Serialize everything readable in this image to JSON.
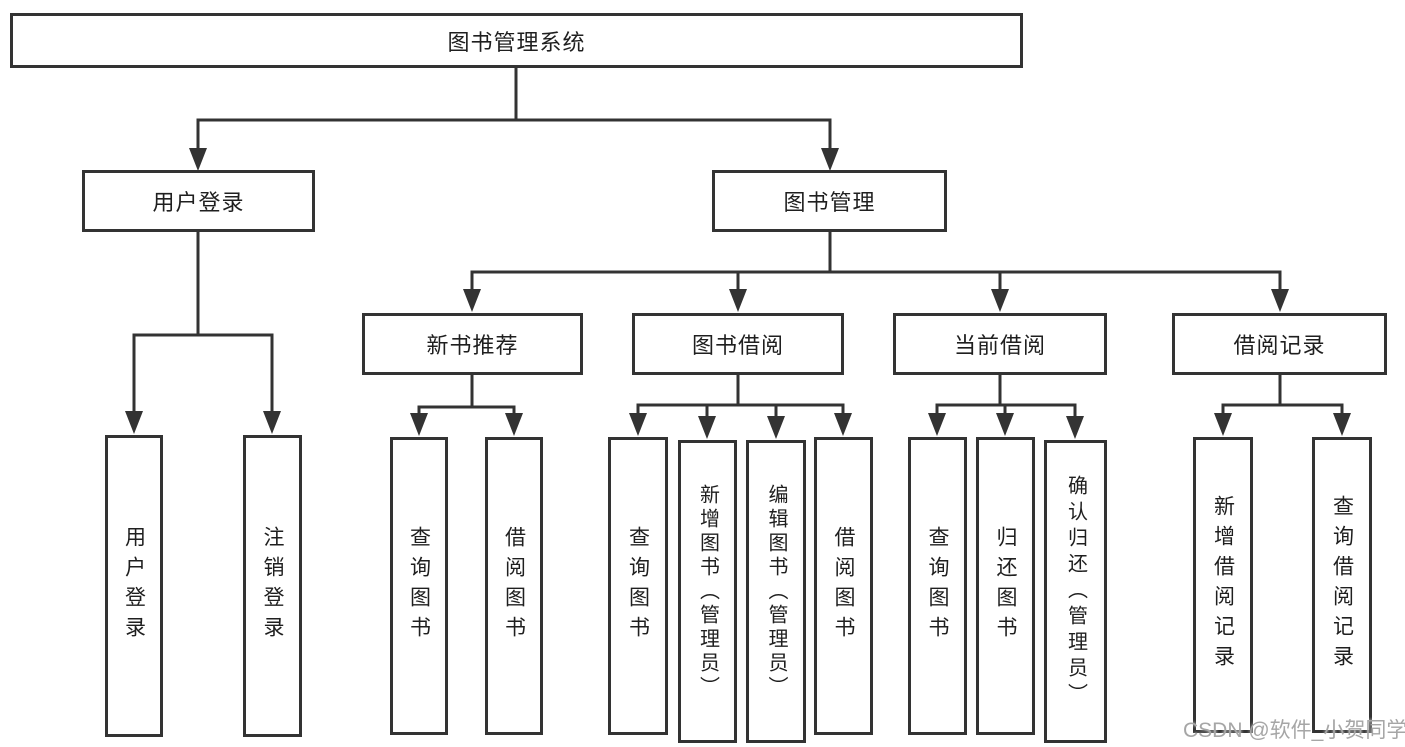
{
  "tree": {
    "root": {
      "label": "图书管理系统"
    },
    "branches": [
      {
        "label": "用户登录",
        "leaves": [
          {
            "label": "用户登录"
          },
          {
            "label": "注销登录"
          }
        ]
      },
      {
        "label": "图书管理",
        "groups": [
          {
            "label": "新书推荐",
            "leaves": [
              {
                "label": "查询图书"
              },
              {
                "label": "借阅图书"
              }
            ]
          },
          {
            "label": "图书借阅",
            "leaves": [
              {
                "label": "查询图书"
              },
              {
                "label": "新增图书（管理员）"
              },
              {
                "label": "编辑图书（管理员）"
              },
              {
                "label": "借阅图书"
              }
            ]
          },
          {
            "label": "当前借阅",
            "leaves": [
              {
                "label": "查询图书"
              },
              {
                "label": "归还图书"
              },
              {
                "label": "确认归还（管理员）"
              }
            ]
          },
          {
            "label": "借阅记录",
            "leaves": [
              {
                "label": "新增借阅记录"
              },
              {
                "label": "查询借阅记录"
              }
            ]
          }
        ]
      }
    ]
  },
  "watermark": {
    "text": "CSDN @软件_小贺同学"
  },
  "colors": {
    "line": "#333333",
    "box_border": "#333333",
    "text": "#1f1f1f",
    "background": "#ffffff",
    "watermark": "#a6a6a6"
  }
}
